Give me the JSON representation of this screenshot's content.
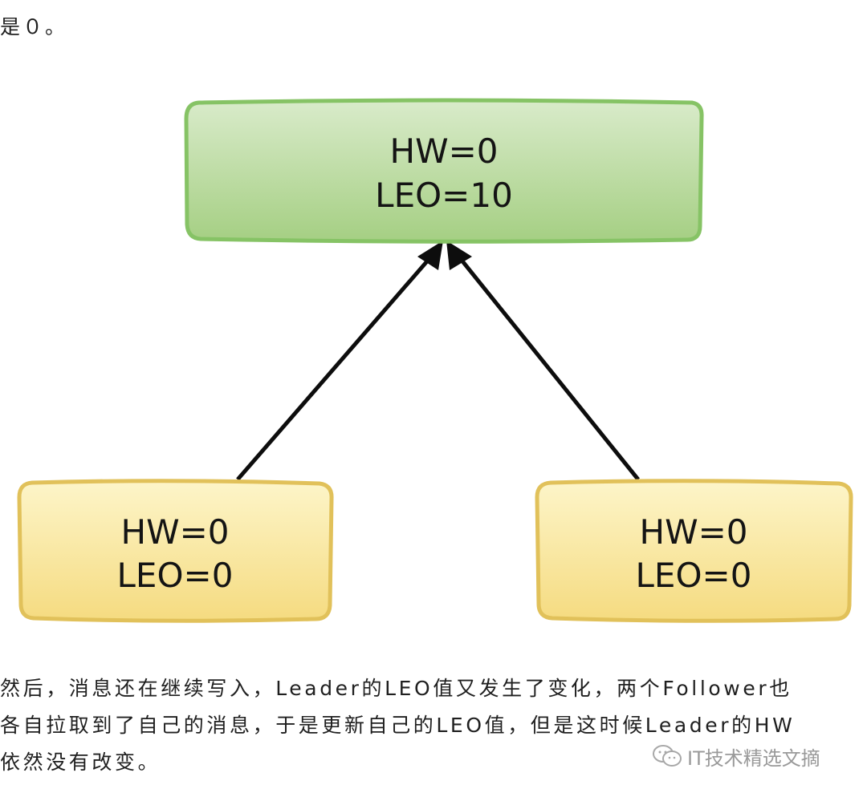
{
  "intro_text": "是０。",
  "diagram": {
    "leader": {
      "line1": "HW=0",
      "line2": "LEO=10",
      "fill": "#b6d79a",
      "stroke": "#86c365"
    },
    "follower_left": {
      "line1": "HW=0",
      "line2": "LEO=0",
      "fill": "#f8e49a",
      "stroke": "#e1c15a"
    },
    "follower_right": {
      "line1": "HW=0",
      "line2": "LEO=0",
      "fill": "#f8e49a",
      "stroke": "#e1c15a"
    }
  },
  "paragraph": {
    "line1": "然后，消息还在继续写入，Leader的LEO值又发生了变化，两个Follower也",
    "line2": "各自拉取到了自己的消息，于是更新自己的LEO值，但是这时候Leader的HW",
    "line3": "依然没有改变。"
  },
  "watermark": {
    "text": "IT技术精选文摘",
    "icon": "wechat-icon"
  }
}
